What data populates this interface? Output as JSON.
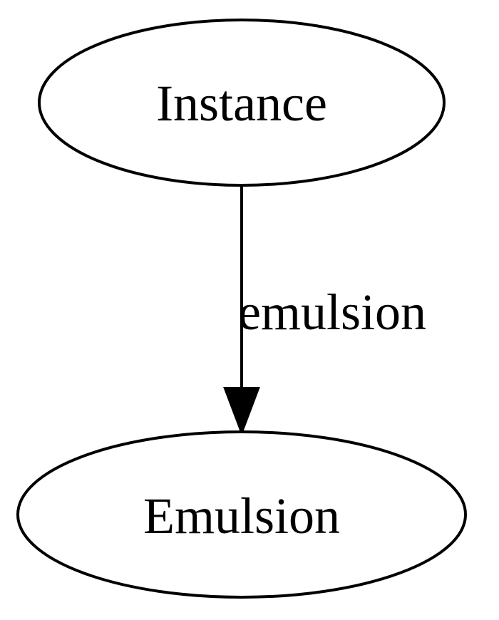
{
  "nodes": {
    "instance": {
      "label": "Instance"
    },
    "emulsion": {
      "label": "Emulsion"
    }
  },
  "edges": [
    {
      "from": "Instance",
      "to": "Emulsion",
      "label": "emulsion"
    }
  ],
  "colors": {
    "stroke": "#000000",
    "background": "#ffffff"
  }
}
